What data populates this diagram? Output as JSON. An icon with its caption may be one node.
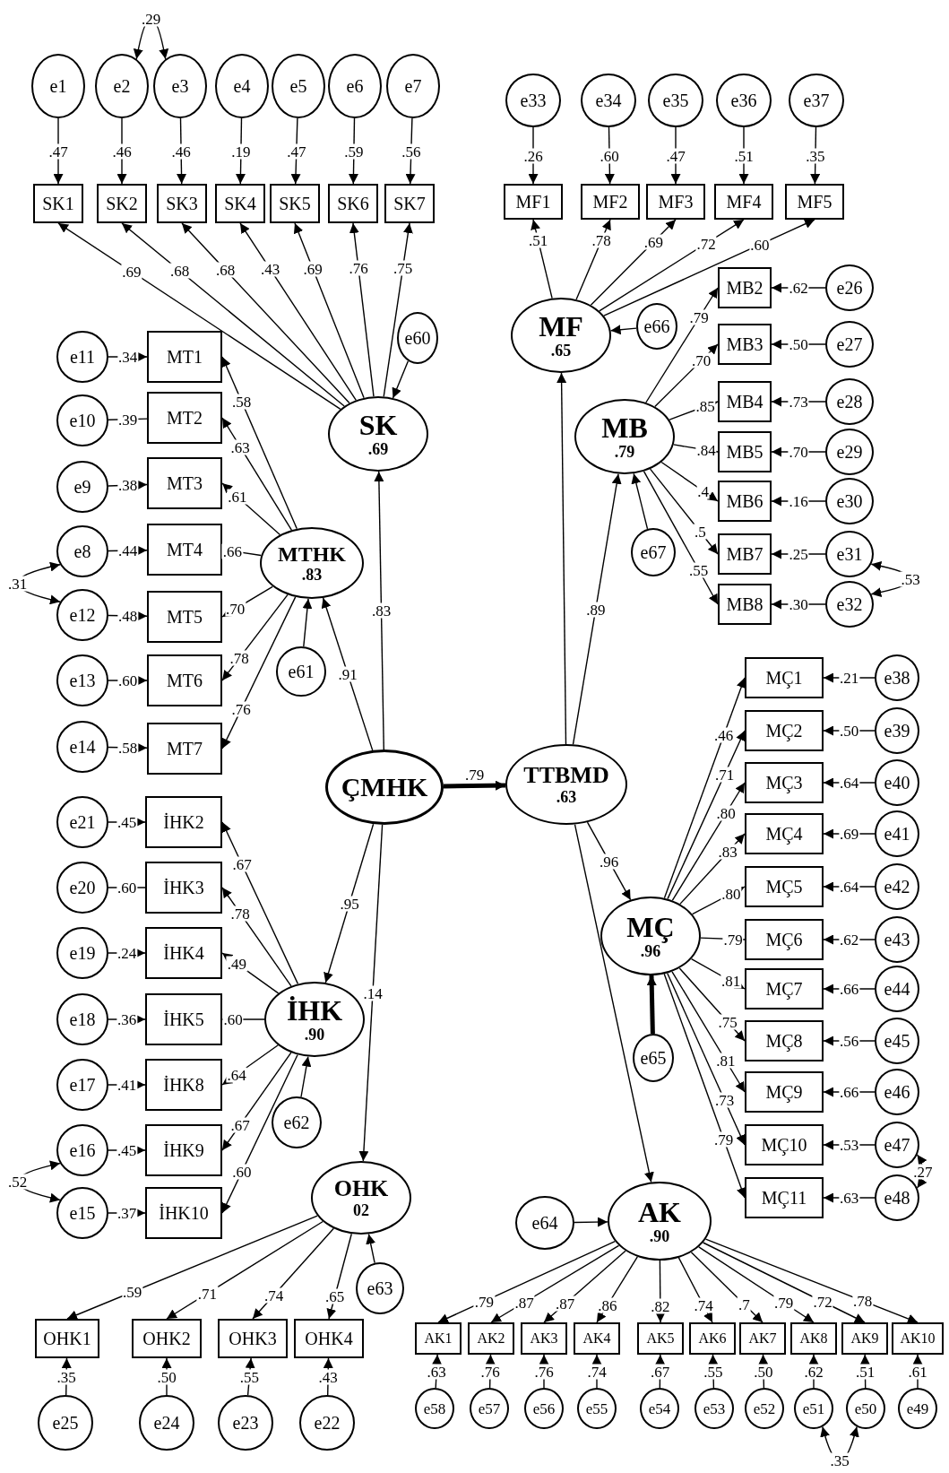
{
  "diagram": {
    "nodes": [
      {
        "text": [
          "e1"
        ]
      },
      {
        "text": [
          "e2"
        ]
      },
      {
        "text": [
          "e3"
        ]
      },
      {
        "text": [
          "e4"
        ]
      },
      {
        "text": [
          "e5"
        ]
      },
      {
        "text": [
          "e6"
        ]
      },
      {
        "text": [
          "e7"
        ]
      },
      {
        "text": [
          "SK1"
        ]
      },
      {
        "text": [
          "SK2"
        ]
      },
      {
        "text": [
          "SK3"
        ]
      },
      {
        "text": [
          "SK4"
        ]
      },
      {
        "text": [
          "SK5"
        ]
      },
      {
        "text": [
          "SK6"
        ]
      },
      {
        "text": [
          "SK7"
        ]
      },
      {
        "text": [
          "e33"
        ]
      },
      {
        "text": [
          "e34"
        ]
      },
      {
        "text": [
          "e35"
        ]
      },
      {
        "text": [
          "e36"
        ]
      },
      {
        "text": [
          "e37"
        ]
      },
      {
        "text": [
          "MF1"
        ]
      },
      {
        "text": [
          "MF2"
        ]
      },
      {
        "text": [
          "MF3"
        ]
      },
      {
        "text": [
          "MF4"
        ]
      },
      {
        "text": [
          "MF5"
        ]
      },
      {
        "text": [
          "e60"
        ]
      },
      {
        "text": [
          "SK",
          ".69"
        ]
      },
      {
        "text": [
          "MF",
          ".65"
        ]
      },
      {
        "text": [
          "e66"
        ]
      },
      {
        "text": [
          "MB2"
        ]
      },
      {
        "text": [
          "MB3"
        ]
      },
      {
        "text": [
          "MB4"
        ]
      },
      {
        "text": [
          "MB5"
        ]
      },
      {
        "text": [
          "MB6"
        ]
      },
      {
        "text": [
          "MB7"
        ]
      },
      {
        "text": [
          "MB8"
        ]
      },
      {
        "text": [
          "e26"
        ]
      },
      {
        "text": [
          "e27"
        ]
      },
      {
        "text": [
          "e28"
        ]
      },
      {
        "text": [
          "e29"
        ]
      },
      {
        "text": [
          "e30"
        ]
      },
      {
        "text": [
          "e31"
        ]
      },
      {
        "text": [
          "e32"
        ]
      },
      {
        "text": [
          "MB",
          ".79"
        ]
      },
      {
        "text": [
          "e67"
        ]
      },
      {
        "text": [
          "e11"
        ]
      },
      {
        "text": [
          "e10"
        ]
      },
      {
        "text": [
          "e9"
        ]
      },
      {
        "text": [
          "e8"
        ]
      },
      {
        "text": [
          "e12"
        ]
      },
      {
        "text": [
          "e13"
        ]
      },
      {
        "text": [
          "e14"
        ]
      },
      {
        "text": [
          "MT1"
        ]
      },
      {
        "text": [
          "MT2"
        ]
      },
      {
        "text": [
          "MT3"
        ]
      },
      {
        "text": [
          "MT4"
        ]
      },
      {
        "text": [
          "MT5"
        ]
      },
      {
        "text": [
          "MT6"
        ]
      },
      {
        "text": [
          "MT7"
        ]
      },
      {
        "text": [
          "MTHK",
          ".83"
        ]
      },
      {
        "text": [
          "e61"
        ]
      },
      {
        "text": [
          "ÇMHK"
        ]
      },
      {
        "text": [
          "TTBMD",
          ".63"
        ]
      },
      {
        "text": [
          "MÇ1"
        ]
      },
      {
        "text": [
          "MÇ2"
        ]
      },
      {
        "text": [
          "MÇ3"
        ]
      },
      {
        "text": [
          "MÇ4"
        ]
      },
      {
        "text": [
          "MÇ5"
        ]
      },
      {
        "text": [
          "MÇ6"
        ]
      },
      {
        "text": [
          "MÇ7"
        ]
      },
      {
        "text": [
          "MÇ8"
        ]
      },
      {
        "text": [
          "MÇ9"
        ]
      },
      {
        "text": [
          "MÇ10"
        ]
      },
      {
        "text": [
          "MÇ11"
        ]
      },
      {
        "text": [
          "e38"
        ]
      },
      {
        "text": [
          "e39"
        ]
      },
      {
        "text": [
          "e40"
        ]
      },
      {
        "text": [
          "e41"
        ]
      },
      {
        "text": [
          "e42"
        ]
      },
      {
        "text": [
          "e43"
        ]
      },
      {
        "text": [
          "e44"
        ]
      },
      {
        "text": [
          "e45"
        ]
      },
      {
        "text": [
          "e46"
        ]
      },
      {
        "text": [
          "e47"
        ]
      },
      {
        "text": [
          "e48"
        ]
      },
      {
        "text": [
          "MÇ",
          ".96"
        ]
      },
      {
        "text": [
          "e65"
        ]
      },
      {
        "text": [
          "e21"
        ]
      },
      {
        "text": [
          "e20"
        ]
      },
      {
        "text": [
          "e19"
        ]
      },
      {
        "text": [
          "e18"
        ]
      },
      {
        "text": [
          "e17"
        ]
      },
      {
        "text": [
          "e16"
        ]
      },
      {
        "text": [
          "e15"
        ]
      },
      {
        "text": [
          "İHK2"
        ]
      },
      {
        "text": [
          "İHK3"
        ]
      },
      {
        "text": [
          "İHK4"
        ]
      },
      {
        "text": [
          "İHK5"
        ]
      },
      {
        "text": [
          "İHK8"
        ]
      },
      {
        "text": [
          "İHK9"
        ]
      },
      {
        "text": [
          "İHK10"
        ]
      },
      {
        "text": [
          "İHK",
          ".90"
        ]
      },
      {
        "text": [
          "e62"
        ]
      },
      {
        "text": [
          "OHK",
          "02"
        ]
      },
      {
        "text": [
          "e63"
        ]
      },
      {
        "text": [
          "e64"
        ]
      },
      {
        "text": [
          "AK",
          ".90"
        ]
      },
      {
        "text": [
          "OHK1"
        ]
      },
      {
        "text": [
          "OHK2"
        ]
      },
      {
        "text": [
          "OHK3"
        ]
      },
      {
        "text": [
          "OHK4"
        ]
      },
      {
        "text": [
          "AK1"
        ]
      },
      {
        "text": [
          "AK2"
        ]
      },
      {
        "text": [
          "AK3"
        ]
      },
      {
        "text": [
          "AK4"
        ]
      },
      {
        "text": [
          "AK5"
        ]
      },
      {
        "text": [
          "AK6"
        ]
      },
      {
        "text": [
          "AK7"
        ]
      },
      {
        "text": [
          "AK8"
        ]
      },
      {
        "text": [
          "AK9"
        ]
      },
      {
        "text": [
          "AK10"
        ]
      },
      {
        "text": [
          "e25"
        ]
      },
      {
        "text": [
          "e24"
        ]
      },
      {
        "text": [
          "e23"
        ]
      },
      {
        "text": [
          "e22"
        ]
      },
      {
        "text": [
          "e58"
        ]
      },
      {
        "text": [
          "e57"
        ]
      },
      {
        "text": [
          "e56"
        ]
      },
      {
        "text": [
          "e55"
        ]
      },
      {
        "text": [
          "e54"
        ]
      },
      {
        "text": [
          "e53"
        ]
      },
      {
        "text": [
          "e52"
        ]
      },
      {
        "text": [
          "e51"
        ]
      },
      {
        "text": [
          "e50"
        ]
      },
      {
        "text": [
          "e49"
        ]
      }
    ],
    "edges": [
      {
        "from": 0,
        "to": 7,
        "arrow": "to",
        "label": ".47"
      },
      {
        "from": 1,
        "to": 8,
        "arrow": "to",
        "label": ".46"
      },
      {
        "from": 2,
        "to": 9,
        "arrow": "to",
        "label": ".46"
      },
      {
        "from": 3,
        "to": 10,
        "arrow": "to",
        "label": ".19"
      },
      {
        "from": 4,
        "to": 11,
        "arrow": "to",
        "label": ".47"
      },
      {
        "from": 5,
        "to": 12,
        "arrow": "to",
        "label": ".59"
      },
      {
        "from": 6,
        "to": 13,
        "arrow": "to",
        "label": ".56"
      },
      {
        "from": 1,
        "to": 2,
        "arrow": "both",
        "label": ".29"
      },
      {
        "from": 25,
        "to": 7,
        "arrow": "to",
        "label": ".69"
      },
      {
        "from": 25,
        "to": 8,
        "arrow": "to",
        "label": ".68"
      },
      {
        "from": 25,
        "to": 9,
        "arrow": "to",
        "label": ".68"
      },
      {
        "from": 25,
        "to": 10,
        "arrow": "to",
        "label": ".43"
      },
      {
        "from": 25,
        "to": 11,
        "arrow": "to",
        "label": ".69"
      },
      {
        "from": 25,
        "to": 12,
        "arrow": "to",
        "label": ".76"
      },
      {
        "from": 25,
        "to": 13,
        "arrow": "to",
        "label": ".75"
      },
      {
        "from": 24,
        "to": 25,
        "arrow": "to"
      },
      {
        "from": 14,
        "to": 19,
        "arrow": "to",
        "label": ".26"
      },
      {
        "from": 15,
        "to": 20,
        "arrow": "to",
        "label": ".60"
      },
      {
        "from": 16,
        "to": 21,
        "arrow": "to",
        "label": ".47"
      },
      {
        "from": 17,
        "to": 22,
        "arrow": "to",
        "label": ".51"
      },
      {
        "from": 18,
        "to": 23,
        "arrow": "to",
        "label": ".35"
      },
      {
        "from": 26,
        "to": 19,
        "arrow": "to",
        "label": ".51"
      },
      {
        "from": 26,
        "to": 20,
        "arrow": "to",
        "label": ".78"
      },
      {
        "from": 26,
        "to": 21,
        "arrow": "to",
        "label": ".69"
      },
      {
        "from": 26,
        "to": 22,
        "arrow": "to",
        "label": ".72"
      },
      {
        "from": 26,
        "to": 23,
        "arrow": "to",
        "label": ".60"
      },
      {
        "from": 27,
        "to": 26,
        "arrow": "to"
      },
      {
        "from": 42,
        "to": 28,
        "arrow": "to",
        "label": ".79"
      },
      {
        "from": 42,
        "to": 29,
        "arrow": "to",
        "label": ".70"
      },
      {
        "from": 42,
        "to": 30,
        "arrow": "to",
        "label": ".85"
      },
      {
        "from": 42,
        "to": 31,
        "arrow": "to",
        "label": ".84"
      },
      {
        "from": 42,
        "to": 32,
        "arrow": "to",
        "label": ".4"
      },
      {
        "from": 42,
        "to": 33,
        "arrow": "to",
        "label": ".5"
      },
      {
        "from": 42,
        "to": 34,
        "arrow": "to",
        "label": ".55"
      },
      {
        "from": 35,
        "to": 28,
        "arrow": "to",
        "label": ".62"
      },
      {
        "from": 36,
        "to": 29,
        "arrow": "to",
        "label": ".50"
      },
      {
        "from": 37,
        "to": 30,
        "arrow": "to",
        "label": ".73"
      },
      {
        "from": 38,
        "to": 31,
        "arrow": "to",
        "label": ".70"
      },
      {
        "from": 39,
        "to": 32,
        "arrow": "to",
        "label": ".16"
      },
      {
        "from": 40,
        "to": 33,
        "arrow": "to",
        "label": ".25"
      },
      {
        "from": 41,
        "to": 34,
        "arrow": "to",
        "label": ".30"
      },
      {
        "from": 40,
        "to": 41,
        "arrow": "both",
        "label": ".53"
      },
      {
        "from": 43,
        "to": 42,
        "arrow": "to"
      },
      {
        "from": 44,
        "to": 51,
        "arrow": "to",
        "label": ".34"
      },
      {
        "from": 45,
        "to": 52,
        "arrow": "none",
        "label": ".39"
      },
      {
        "from": 46,
        "to": 53,
        "arrow": "to",
        "label": ".38"
      },
      {
        "from": 47,
        "to": 54,
        "arrow": "to",
        "label": ".44"
      },
      {
        "from": 48,
        "to": 55,
        "arrow": "to",
        "label": ".48"
      },
      {
        "from": 49,
        "to": 56,
        "arrow": "to",
        "label": ".60"
      },
      {
        "from": 50,
        "to": 57,
        "arrow": "to",
        "label": ".58"
      },
      {
        "from": 47,
        "to": 48,
        "arrow": "both",
        "label": ".31"
      },
      {
        "from": 58,
        "to": 51,
        "arrow": "to",
        "label": ".58"
      },
      {
        "from": 58,
        "to": 52,
        "arrow": "to",
        "label": ".63"
      },
      {
        "from": 58,
        "to": 53,
        "arrow": "to",
        "label": ".61"
      },
      {
        "from": 58,
        "to": 54,
        "arrow": "to",
        "label": ".66"
      },
      {
        "from": 58,
        "to": 55,
        "arrow": "to",
        "label": ".70"
      },
      {
        "from": 58,
        "to": 56,
        "arrow": "to",
        "label": ".78"
      },
      {
        "from": 58,
        "to": 57,
        "arrow": "to",
        "label": ".76"
      },
      {
        "from": 59,
        "to": 58,
        "arrow": "to"
      },
      {
        "from": 60,
        "to": 58,
        "arrow": "to",
        "label": ".91"
      },
      {
        "from": 60,
        "to": 25,
        "arrow": "to",
        "label": ".83"
      },
      {
        "from": 60,
        "to": 61,
        "arrow": "to",
        "label": ".79",
        "style": "thick"
      },
      {
        "from": 60,
        "to": 100,
        "arrow": "to",
        "label": ".95"
      },
      {
        "from": 60,
        "to": 102,
        "arrow": "to",
        "label": ".14"
      },
      {
        "from": 61,
        "to": 26,
        "arrow": "to"
      },
      {
        "from": 61,
        "to": 42,
        "arrow": "to",
        "label": ".89"
      },
      {
        "from": 61,
        "to": 84,
        "arrow": "to",
        "label": ".96"
      },
      {
        "from": 61,
        "to": 105,
        "arrow": "to"
      },
      {
        "from": 84,
        "to": 62,
        "arrow": "to",
        "label": ".46"
      },
      {
        "from": 84,
        "to": 63,
        "arrow": "to",
        "label": ".71"
      },
      {
        "from": 84,
        "to": 64,
        "arrow": "to",
        "label": ".80"
      },
      {
        "from": 84,
        "to": 65,
        "arrow": "to",
        "label": ".83"
      },
      {
        "from": 84,
        "to": 66,
        "arrow": "to",
        "label": ".80"
      },
      {
        "from": 84,
        "to": 67,
        "arrow": "to",
        "label": ".79"
      },
      {
        "from": 84,
        "to": 68,
        "arrow": "to",
        "label": ".81"
      },
      {
        "from": 84,
        "to": 69,
        "arrow": "to",
        "label": ".75"
      },
      {
        "from": 84,
        "to": 70,
        "arrow": "to",
        "label": ".81"
      },
      {
        "from": 84,
        "to": 71,
        "arrow": "to",
        "label": ".73"
      },
      {
        "from": 84,
        "to": 72,
        "arrow": "to",
        "label": ".79"
      },
      {
        "from": 73,
        "to": 62,
        "arrow": "to",
        "label": ".21"
      },
      {
        "from": 74,
        "to": 63,
        "arrow": "to",
        "label": ".50"
      },
      {
        "from": 75,
        "to": 64,
        "arrow": "to",
        "label": ".64"
      },
      {
        "from": 76,
        "to": 65,
        "arrow": "to",
        "label": ".69"
      },
      {
        "from": 77,
        "to": 66,
        "arrow": "to",
        "label": ".64"
      },
      {
        "from": 78,
        "to": 67,
        "arrow": "to",
        "label": ".62"
      },
      {
        "from": 79,
        "to": 68,
        "arrow": "to",
        "label": ".66"
      },
      {
        "from": 80,
        "to": 69,
        "arrow": "to",
        "label": ".56"
      },
      {
        "from": 81,
        "to": 70,
        "arrow": "to",
        "label": ".66"
      },
      {
        "from": 82,
        "to": 71,
        "arrow": "to",
        "label": ".53"
      },
      {
        "from": 83,
        "to": 72,
        "arrow": "to",
        "label": ".63"
      },
      {
        "from": 82,
        "to": 83,
        "arrow": "both",
        "label": ".27"
      },
      {
        "from": 85,
        "to": 84,
        "arrow": "to",
        "style": "thick"
      },
      {
        "from": 86,
        "to": 93,
        "arrow": "to",
        "label": ".45"
      },
      {
        "from": 87,
        "to": 94,
        "arrow": "none",
        "label": ".60"
      },
      {
        "from": 88,
        "to": 95,
        "arrow": "to",
        "label": ".24"
      },
      {
        "from": 89,
        "to": 96,
        "arrow": "to",
        "label": ".36"
      },
      {
        "from": 90,
        "to": 97,
        "arrow": "to",
        "label": ".41"
      },
      {
        "from": 91,
        "to": 98,
        "arrow": "to",
        "label": ".45"
      },
      {
        "from": 92,
        "to": 99,
        "arrow": "to",
        "label": ".37"
      },
      {
        "from": 91,
        "to": 92,
        "arrow": "both",
        "label": ".52"
      },
      {
        "from": 100,
        "to": 93,
        "arrow": "to",
        "label": ".67"
      },
      {
        "from": 100,
        "to": 94,
        "arrow": "to",
        "label": ".78"
      },
      {
        "from": 100,
        "to": 95,
        "arrow": "to",
        "label": ".49"
      },
      {
        "from": 100,
        "to": 96,
        "arrow": "to",
        "label": ".60"
      },
      {
        "from": 100,
        "to": 97,
        "arrow": "to",
        "label": ".64"
      },
      {
        "from": 100,
        "to": 98,
        "arrow": "to",
        "label": ".67"
      },
      {
        "from": 100,
        "to": 99,
        "arrow": "to",
        "label": ".60"
      },
      {
        "from": 101,
        "to": 100,
        "arrow": "to"
      },
      {
        "from": 102,
        "to": 106,
        "arrow": "to",
        "label": ".59"
      },
      {
        "from": 102,
        "to": 107,
        "arrow": "to",
        "label": ".71"
      },
      {
        "from": 102,
        "to": 108,
        "arrow": "to",
        "label": ".74"
      },
      {
        "from": 102,
        "to": 109,
        "arrow": "to",
        "label": ".65"
      },
      {
        "from": 103,
        "to": 102,
        "arrow": "to"
      },
      {
        "from": 104,
        "to": 105,
        "arrow": "to"
      },
      {
        "from": 105,
        "to": 110,
        "arrow": "to",
        "label": ".79"
      },
      {
        "from": 105,
        "to": 111,
        "arrow": "to",
        "label": ".87"
      },
      {
        "from": 105,
        "to": 112,
        "arrow": "to",
        "label": ".87"
      },
      {
        "from": 105,
        "to": 113,
        "arrow": "to",
        "label": ".86"
      },
      {
        "from": 105,
        "to": 114,
        "arrow": "to",
        "label": ".82"
      },
      {
        "from": 105,
        "to": 115,
        "arrow": "to",
        "label": ".74"
      },
      {
        "from": 105,
        "to": 116,
        "arrow": "to",
        "label": ".7"
      },
      {
        "from": 105,
        "to": 117,
        "arrow": "to",
        "label": ".79"
      },
      {
        "from": 105,
        "to": 118,
        "arrow": "to",
        "label": ".72"
      },
      {
        "from": 105,
        "to": 119,
        "arrow": "to",
        "label": ".78"
      },
      {
        "from": 120,
        "to": 106,
        "arrow": "to",
        "label": ".35"
      },
      {
        "from": 121,
        "to": 107,
        "arrow": "to",
        "label": ".50"
      },
      {
        "from": 122,
        "to": 108,
        "arrow": "to",
        "label": ".55"
      },
      {
        "from": 123,
        "to": 109,
        "arrow": "to",
        "label": ".43"
      },
      {
        "from": 124,
        "to": 110,
        "arrow": "to",
        "label": ".63"
      },
      {
        "from": 125,
        "to": 111,
        "arrow": "to",
        "label": ".76"
      },
      {
        "from": 126,
        "to": 112,
        "arrow": "to",
        "label": ".76"
      },
      {
        "from": 127,
        "to": 113,
        "arrow": "to",
        "label": ".74"
      },
      {
        "from": 128,
        "to": 114,
        "arrow": "to",
        "label": ".67"
      },
      {
        "from": 129,
        "to": 115,
        "arrow": "to",
        "label": ".55"
      },
      {
        "from": 130,
        "to": 116,
        "arrow": "to",
        "label": ".50"
      },
      {
        "from": 131,
        "to": 117,
        "arrow": "to",
        "label": ".62"
      },
      {
        "from": 132,
        "to": 118,
        "arrow": "to",
        "label": ".51"
      },
      {
        "from": 133,
        "to": 119,
        "arrow": "to",
        "label": ".61"
      },
      {
        "from": 131,
        "to": 132,
        "arrow": "both",
        "label": ".35"
      }
    ]
  }
}
